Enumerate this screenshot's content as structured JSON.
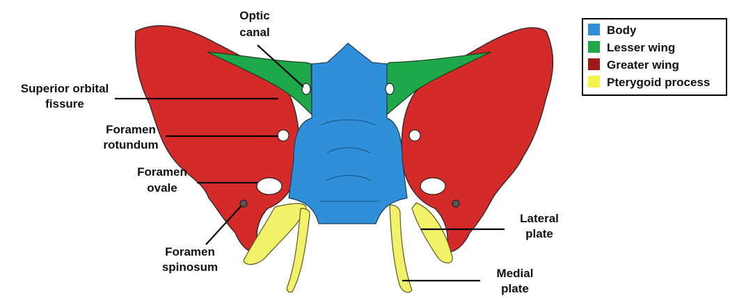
{
  "colors": {
    "body": "#2f8fd8",
    "lesser_wing": "#1fa84a",
    "greater_wing": "#d42a2a",
    "pterygoid_process": "#f2f26a",
    "bone_outline": "#3b2a2a"
  },
  "labels": {
    "optic_canal": [
      "Optic",
      "canal"
    ],
    "superior_orbital_fissure": [
      "Superior orbital",
      "fissure"
    ],
    "foramen_rotundum": [
      "Foramen",
      "rotundum"
    ],
    "foramen_ovale": [
      "Foramen",
      "ovale"
    ],
    "foramen_spinosum": [
      "Foramen",
      "spinosum"
    ],
    "lateral_plate": [
      "Lateral",
      "plate"
    ],
    "medial_plate": [
      "Medial",
      "plate"
    ]
  },
  "legend": {
    "items": [
      {
        "label": "Body",
        "color": "#2f8fd8"
      },
      {
        "label": "Lesser wing",
        "color": "#1fa84a"
      },
      {
        "label": "Greater wing",
        "color": "#a01818"
      },
      {
        "label": "Pterygoid process",
        "color": "#f5f24a"
      }
    ]
  }
}
